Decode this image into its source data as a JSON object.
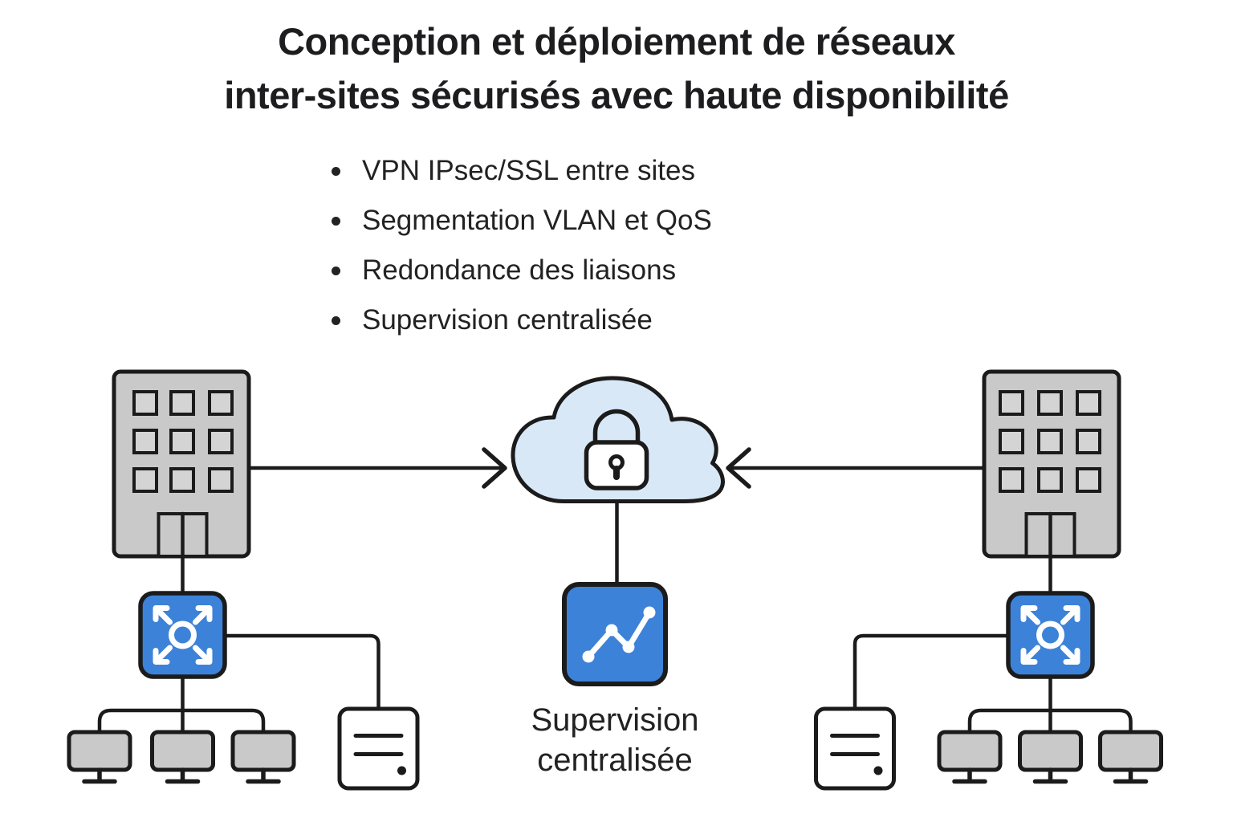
{
  "title": {
    "lines": [
      "Conception et déploiement de réseaux",
      "inter-sites sécurisés avec haute disponibilité"
    ]
  },
  "bullets": [
    "VPN IPsec/SSL entre sites",
    "Segmentation VLAN et QoS",
    "Redondance des liaisons",
    "Supervision centralisée"
  ],
  "diagram": {
    "center_label_lines": [
      "Supervision",
      "centralisée"
    ],
    "icons": [
      "building-icon",
      "switch-icon",
      "workstation-icon",
      "server-icon",
      "secure-cloud-icon",
      "padlock-icon",
      "monitoring-icon",
      "arrow-right-icon",
      "arrow-left-icon"
    ],
    "colors": {
      "accent_blue": "#3c82d8",
      "cloud_fill": "#d8e8f7",
      "device_gray": "#c9c9c9",
      "window_gray": "#d4d4d4",
      "stroke_dark": "#1b1b1b",
      "text_dark": "#1d1d1f",
      "canvas_bg": "#ffffff"
    }
  }
}
